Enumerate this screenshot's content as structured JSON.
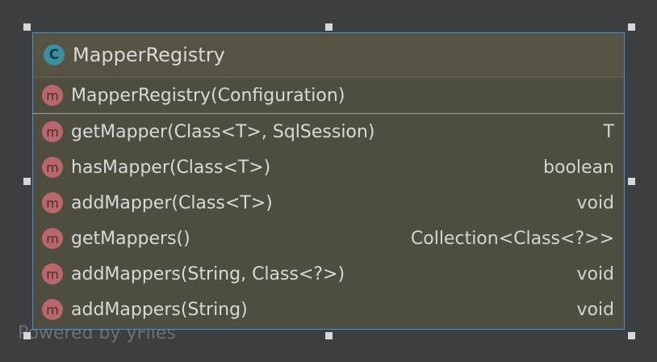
{
  "class_node": {
    "badge": "C",
    "name": "MapperRegistry",
    "constructor": {
      "badge": "m",
      "signature": "MapperRegistry(Configuration)"
    },
    "methods": [
      {
        "badge": "m",
        "signature": "getMapper(Class<T>, SqlSession)",
        "return_type": "T"
      },
      {
        "badge": "m",
        "signature": "hasMapper(Class<T>)",
        "return_type": "boolean"
      },
      {
        "badge": "m",
        "signature": "addMapper(Class<T>)",
        "return_type": "void"
      },
      {
        "badge": "m",
        "signature": "getMappers()",
        "return_type": "Collection<Class<?>>"
      },
      {
        "badge": "m",
        "signature": "addMappers(String, Class<?>)",
        "return_type": "void"
      },
      {
        "badge": "m",
        "signature": "addMappers(String)",
        "return_type": "void"
      }
    ]
  },
  "watermark": "Powered by yFiles",
  "colors": {
    "background": "#3b3f42",
    "node_fill": "#4f4c40",
    "selection_border": "#4a8fd6",
    "class_badge": "#3b8fa0",
    "method_badge": "#b9676c"
  }
}
